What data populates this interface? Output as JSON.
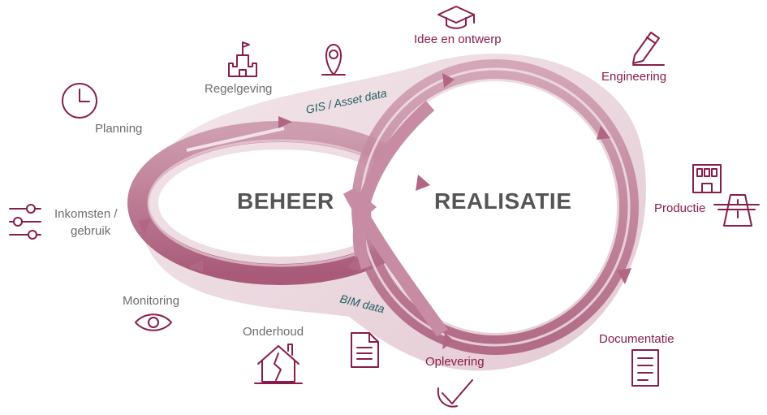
{
  "center": {
    "left": "BEHEER",
    "right": "REALISATIE"
  },
  "flows": {
    "top": "GIS  /  Asset data",
    "bottom": "BIM data"
  },
  "beheer_stages": {
    "regelgeving": "Regelgeving",
    "planning": "Planning",
    "inkomsten_line1": "Inkomsten  /",
    "inkomsten_line2": "gebruik",
    "monitoring": "Monitoring",
    "onderhoud": "Onderhoud"
  },
  "realisatie_stages": {
    "idee": "Idee en ontwerp",
    "engineering": "Engineering",
    "productie": "Productie",
    "documentatie": "Documentatie",
    "oplevering": "Oplevering"
  },
  "colors": {
    "accent": "#8a1c4c",
    "band_light": "#dfbfcb",
    "band_mid": "#c3879d",
    "text_grey": "#6d6d6d",
    "flow_text": "#1f5f63"
  },
  "icons": [
    "clock-icon",
    "castle-flag-icon",
    "location-pin-icon",
    "graduation-cap-icon",
    "pencil-icon",
    "factory-icon",
    "road-icon",
    "sliders-icon",
    "eye-icon",
    "house-crack-icon",
    "document-icon",
    "checkmark-icon",
    "clipboard-icon"
  ]
}
